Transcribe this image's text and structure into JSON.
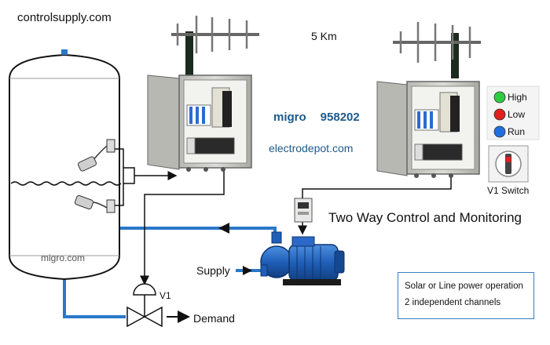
{
  "labels": {
    "website": "controlsupply.com",
    "distance": "5 Km",
    "brand": "migro",
    "model": "958202",
    "distributor": "electrodepot.com",
    "title": "Two Way Control and Monitoring",
    "tank": "migro.com",
    "supply": "Supply",
    "valve": "V1",
    "demand": "Demand",
    "switch": "V1 Switch"
  },
  "indicators": [
    {
      "label": "High",
      "color": "#2ecc40"
    },
    {
      "label": "Low",
      "color": "#e0201c"
    },
    {
      "label": "Run",
      "color": "#1f6fe0"
    }
  ],
  "info_box": {
    "line1": "Solar or Line power operation",
    "line2": "2 independent channels"
  },
  "colors": {
    "pipe": "#2a78c8",
    "wire": "#111111",
    "pump": "#1f5fb8",
    "panel": "#c9c9c4"
  }
}
